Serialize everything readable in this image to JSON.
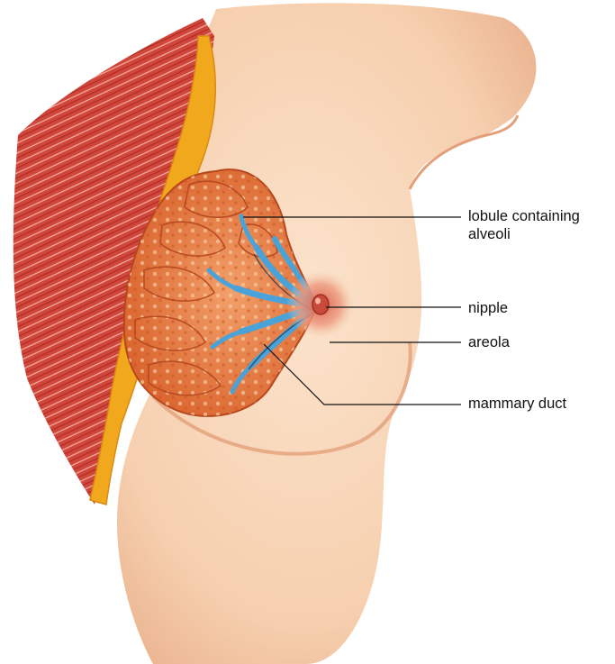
{
  "labels": {
    "lobule_line1": "lobule containing",
    "lobule_line2": "alveoli",
    "nipple": "nipple",
    "areola": "areola",
    "mammary_duct": "mammary duct"
  },
  "colors": {
    "skin": "#f8d3b4",
    "skin_shadow": "#eab28e",
    "muscle": "#c83a2e",
    "fat": "#f2a81d",
    "gland": "#e8743a",
    "duct": "#4aa3d8",
    "areola": "#e58a70",
    "leader_line": "#111111"
  }
}
